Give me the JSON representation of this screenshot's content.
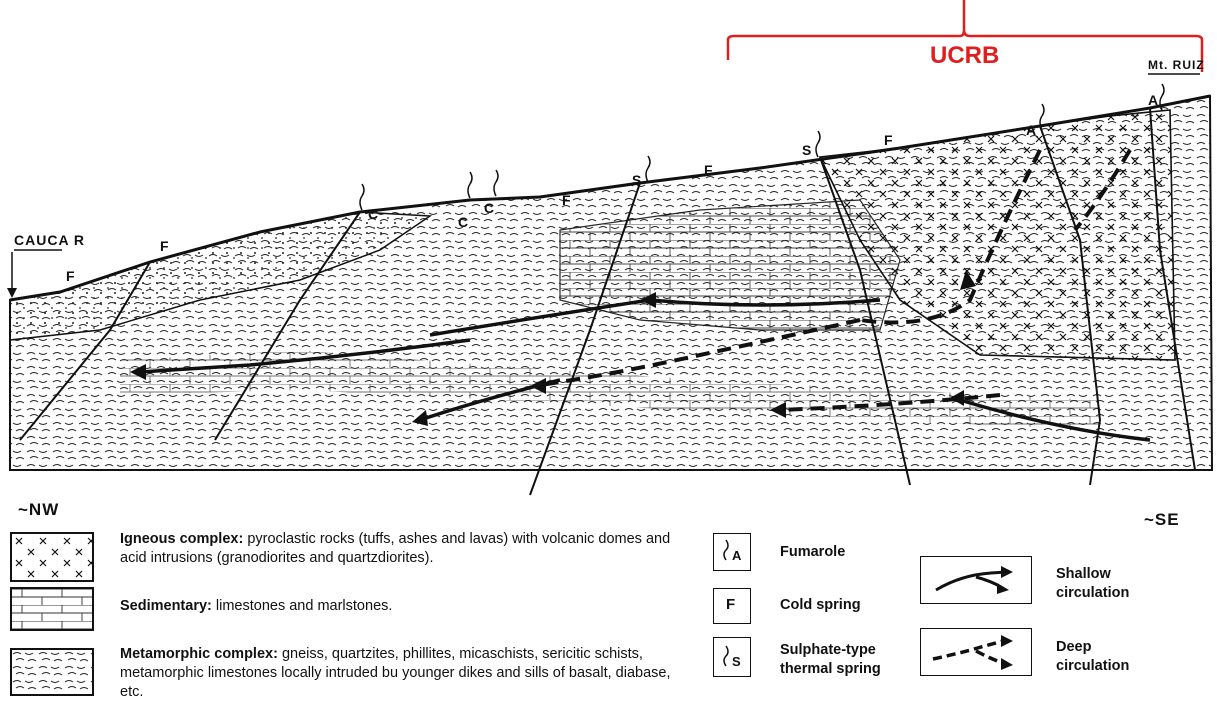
{
  "zone_label": "UCRB",
  "colors": {
    "zone_bracket": "#e01e1e",
    "ink": "#111111"
  },
  "places": {
    "river": "CAUCA R",
    "volcano": "Mt. RUIZ",
    "nw": "~NW",
    "se": "~SE"
  },
  "map_marks": {
    "fumarole": "A",
    "cold_spring": "F",
    "sulphate_spring": "S",
    "c_spring": "C"
  },
  "legend": {
    "units": [
      {
        "title": "Igneous complex:",
        "text": "pyroclastic rocks (tuffs, ashes and lavas) with volcanic domes and acid intrusions (granodiorites and quartzdiorites)."
      },
      {
        "title": "Sedimentary:",
        "text": "limestones and marlstones."
      },
      {
        "title": "Metamorphic complex:",
        "text": "gneiss, quartzites, phillites, micaschists, sericitic schists, metamorphic limestones locally intruded bu younger dikes and sills of basalt, diabase, etc."
      }
    ],
    "symbols": [
      {
        "mark": "A",
        "label": "Fumarole"
      },
      {
        "mark": "F",
        "label": "Cold spring"
      },
      {
        "mark": "S",
        "label": "Sulphate-type thermal spring"
      }
    ],
    "flows": [
      {
        "label": "Shallow circulation"
      },
      {
        "label": "Deep circulation"
      }
    ]
  }
}
